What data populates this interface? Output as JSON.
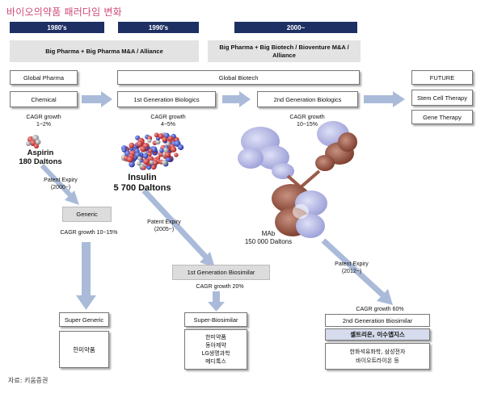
{
  "title": "바이오의약품 패러다임 변화",
  "eras": [
    "1980's",
    "1990's",
    "2000~"
  ],
  "industry": {
    "left": "Big Pharma + Big Pharma M&A / Alliance",
    "right": "Big Pharma + Big Biotech / Bioventure M&A / Alliance"
  },
  "groups": {
    "pharma": "Global Pharma",
    "biotech": "Global Biotech",
    "future": "FUTURE"
  },
  "generations": {
    "chemical": "Chemical",
    "gen1": "1st Generation Biologics",
    "gen2": "2nd Generation Biologics",
    "stem": "Stem Cell Therapy",
    "gene": "Gene Therapy"
  },
  "growth": {
    "chemical": "CAGR growth\n1~2%",
    "gen1": "CAGR growth\n4~5%",
    "gen2": "CAGR growth\n10~15%"
  },
  "molecules": {
    "aspirin_name": "Aspirin",
    "aspirin_mass": "180 Daltons",
    "insulin_name": "Insulin",
    "insulin_mass": "5 700 Daltons",
    "mab_name": "MAb",
    "mab_mass": "150 000 Daltons"
  },
  "expiry": {
    "chemical": "Patent Expiry\n(2000~)",
    "gen1": "Patent Expiry\n(2005~)",
    "gen2": "Patent Expiry\n(2012~)"
  },
  "followon": {
    "generic": "Generic",
    "generic_growth": "CAGR growth 10~15%",
    "biosim1": "1st Generation Biosimilar",
    "biosim1_growth": "CAGR growth 20%",
    "biosim2_growth": "CAGR growth 60%",
    "biosim2": "2nd Generation Biosimilar"
  },
  "outcomes": {
    "super_generic": "Super Generic",
    "super_generic_cos": "한미약품",
    "super_biosimilar": "Super-Biosimilar",
    "super_biosimilar_cos": [
      "한미약품",
      "동아제약",
      "LG생명과학",
      "메디톡스"
    ],
    "biosim2_highlight": "셀트리온, 이수앱지스",
    "biosim2_cos": [
      "한화석유화학, 삼성전자",
      "바이오트라이온 등"
    ]
  },
  "source": "자료: 키움증권",
  "colors": {
    "title": "#d04a77",
    "era": "#1d2f63",
    "arrow": "#aabbd9",
    "shade": "#e3e3e3"
  }
}
